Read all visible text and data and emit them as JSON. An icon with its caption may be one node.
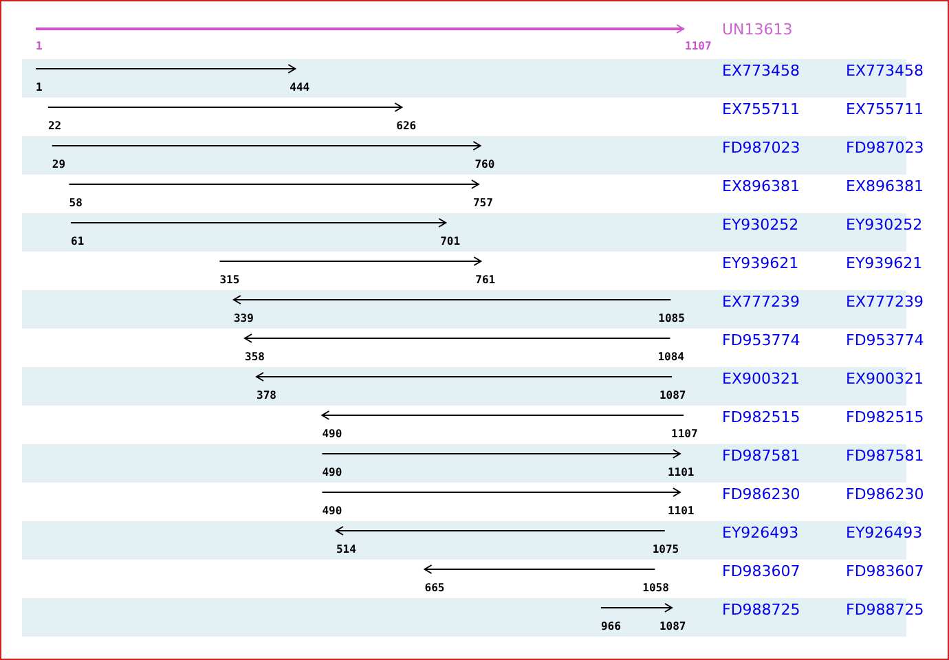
{
  "diagram": {
    "labels": [
      "UN13613",
      "1",
      "1107",
      "EX773458",
      "EX773458",
      "1",
      "444",
      "EX755711",
      "EX755711",
      "22",
      "626",
      "FD987023",
      "FD987023",
      "29",
      "760",
      "EX896381",
      "EX896381",
      "58",
      "757",
      "EY930252",
      "EY930252",
      "61",
      "701",
      "EY939621",
      "EY939621",
      "315",
      "761",
      "EX777239",
      "EX777239",
      "339",
      "1085",
      "FD953774",
      "FD953774",
      "358",
      "1084",
      "EX900321",
      "EX900321",
      "378",
      "1087",
      "FD982515",
      "FD982515",
      "490",
      "1107",
      "FD987581",
      "FD987581",
      "490",
      "1101",
      "FD986230",
      "FD986230",
      "490",
      "1101",
      "EY926493",
      "EY926493",
      "514",
      "1075",
      "FD983607",
      "FD983607",
      "665",
      "1058",
      "FD988725",
      "FD988725",
      "966",
      "1087"
    ]
  }
}
